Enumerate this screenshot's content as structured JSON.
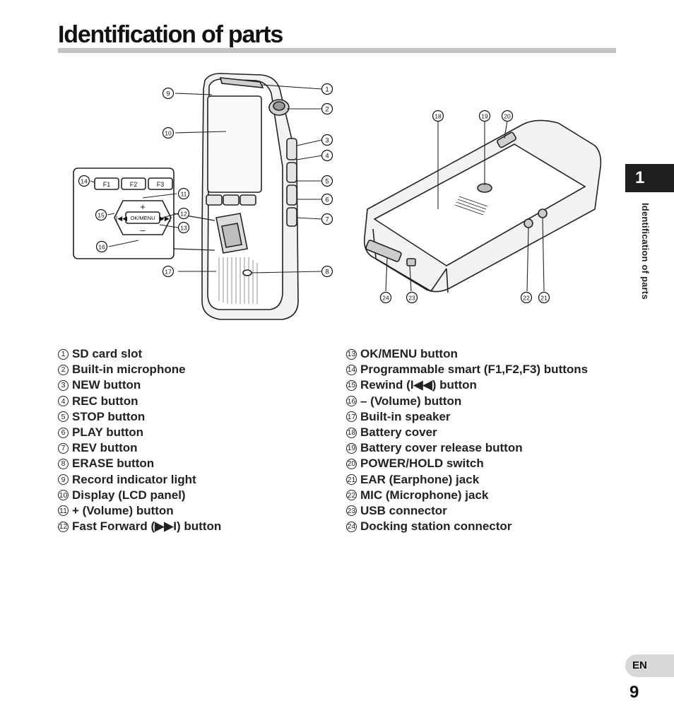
{
  "page": {
    "title": "Identification of parts",
    "chapter_number": "1",
    "side_label": "Identification of parts",
    "language": "EN",
    "page_number": "9"
  },
  "figure": {
    "callouts": [
      "1",
      "2",
      "3",
      "4",
      "5",
      "6",
      "7",
      "8",
      "9",
      "10",
      "11",
      "12",
      "13",
      "14",
      "15",
      "16",
      "17",
      "18",
      "19",
      "20",
      "21",
      "22",
      "23",
      "24"
    ],
    "button_labels": {
      "f1": "F1",
      "f2": "F2",
      "f3": "F3",
      "ok_menu": "OK/MENU",
      "plus": "+",
      "minus": "–"
    }
  },
  "parts_left": [
    {
      "num": "1",
      "label": "SD card slot"
    },
    {
      "num": "2",
      "label": "Built-in microphone"
    },
    {
      "num": "3",
      "label": "NEW button"
    },
    {
      "num": "4",
      "label": "REC button"
    },
    {
      "num": "5",
      "label": "STOP button"
    },
    {
      "num": "6",
      "label": "PLAY button"
    },
    {
      "num": "7",
      "label": "REV button"
    },
    {
      "num": "8",
      "label": "ERASE button"
    },
    {
      "num": "9",
      "label": "Record indicator light"
    },
    {
      "num": "10",
      "label": "Display (LCD panel)"
    },
    {
      "num": "11",
      "label": "+ (Volume) button"
    },
    {
      "num": "12",
      "label": "Fast Forward (▶▶I) button"
    }
  ],
  "parts_right": [
    {
      "num": "13",
      "label": "OK/MENU button"
    },
    {
      "num": "14",
      "label": "Programmable smart (F1,F2,F3) buttons"
    },
    {
      "num": "15",
      "label": "Rewind (I◀◀) button"
    },
    {
      "num": "16",
      "label": "– (Volume) button"
    },
    {
      "num": "17",
      "label": "Built-in speaker"
    },
    {
      "num": "18",
      "label": "Battery cover"
    },
    {
      "num": "19",
      "label": "Battery cover release button"
    },
    {
      "num": "20",
      "label": "POWER/HOLD switch"
    },
    {
      "num": "21",
      "label": "EAR (Earphone) jack"
    },
    {
      "num": "22",
      "label": "MIC (Microphone) jack"
    },
    {
      "num": "23",
      "label": "USB connector"
    },
    {
      "num": "24",
      "label": "Docking station connector"
    }
  ]
}
